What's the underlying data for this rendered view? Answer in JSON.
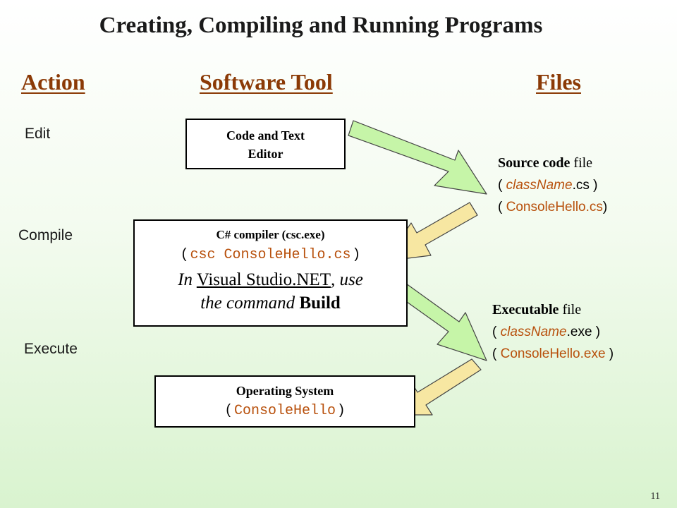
{
  "title": "Creating, Compiling and Running Programs",
  "headers": {
    "action": "Action",
    "tool": "Software Tool",
    "files": "Files"
  },
  "actions": {
    "edit": "Edit",
    "compile": "Compile",
    "execute": "Execute"
  },
  "editor_box": {
    "line1": "Code and Text",
    "line2": "Editor"
  },
  "compiler_box": {
    "line1": "C# compiler (csc.exe)",
    "cmd_open": "(",
    "cmd": "csc ConsoleHello.cs",
    "cmd_close": ")",
    "vs_in": "In",
    "vs_name": "Visual Studio.NET",
    "vs_rest": ", use",
    "vs_cmd_text": "the command",
    "vs_cmd": "Build"
  },
  "os_box": {
    "line1": "Operating System",
    "cmd_open": "(",
    "cmd": "ConsoleHello",
    "cmd_close": ")"
  },
  "source_file": {
    "label_bold": "Source code",
    "label_rest": " file",
    "generic_open": "( ",
    "generic_name": "className",
    "generic_ext": ".cs )",
    "example_open": "( ",
    "example": "ConsoleHello.cs",
    "example_close": ")"
  },
  "exe_file": {
    "label_bold": "Executable",
    "label_rest": " file",
    "generic_open": "( ",
    "generic_name": "className",
    "generic_ext": ".exe )",
    "example_open": "( ",
    "example": "ConsoleHello.exe",
    "example_close": " )"
  },
  "page_number": "11",
  "colors": {
    "header": "#8b3a06",
    "code_orange": "#b8500c",
    "arrow_green": "#c6f5a8",
    "arrow_yellow": "#f7e7a2"
  }
}
